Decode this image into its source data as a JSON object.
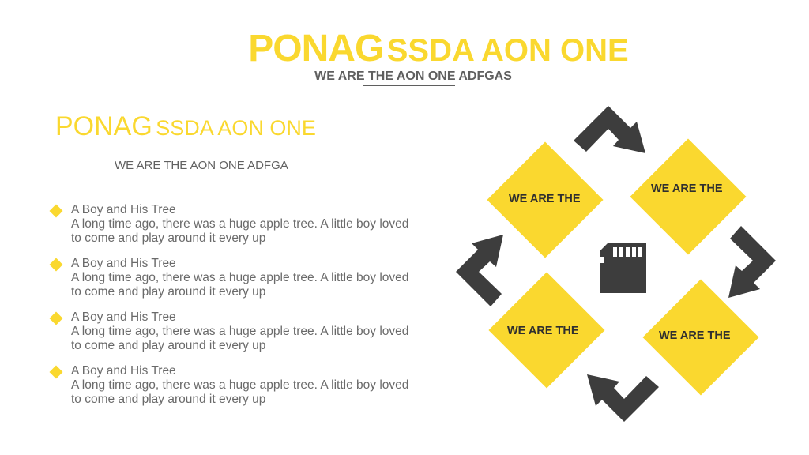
{
  "header": {
    "title_big": "PONAG",
    "title_small": "SSDA AON ONE",
    "subtitle": "WE ARE THE AON ONE ADFGAS"
  },
  "left": {
    "title_big": "PONAG",
    "title_small": "SSDA AON ONE",
    "subtitle": "WE ARE THE AON ONE ADFGA",
    "items": [
      {
        "heading": "A Boy and His Tree",
        "body": "A long time ago, there was a huge apple tree. A little boy loved to come and play around it every up"
      },
      {
        "heading": "A Boy and His Tree",
        "body": "A long time ago, there was a huge apple tree. A little boy loved to come and play around it every up"
      },
      {
        "heading": "A Boy and His Tree",
        "body": "A long time ago, there was a huge apple tree. A little boy loved to come and play around it every up"
      },
      {
        "heading": "A Boy and His Tree",
        "body": "A long time ago, there was a huge apple tree. A little boy loved to come and play around it every up"
      }
    ]
  },
  "cycle": {
    "labels": [
      "WE ARE THE",
      "WE ARE THE",
      "WE ARE THE",
      "WE ARE THE"
    ],
    "center_icon": "sd-card-icon",
    "accent": "#fad82f",
    "dark": "#3d3d3d"
  }
}
